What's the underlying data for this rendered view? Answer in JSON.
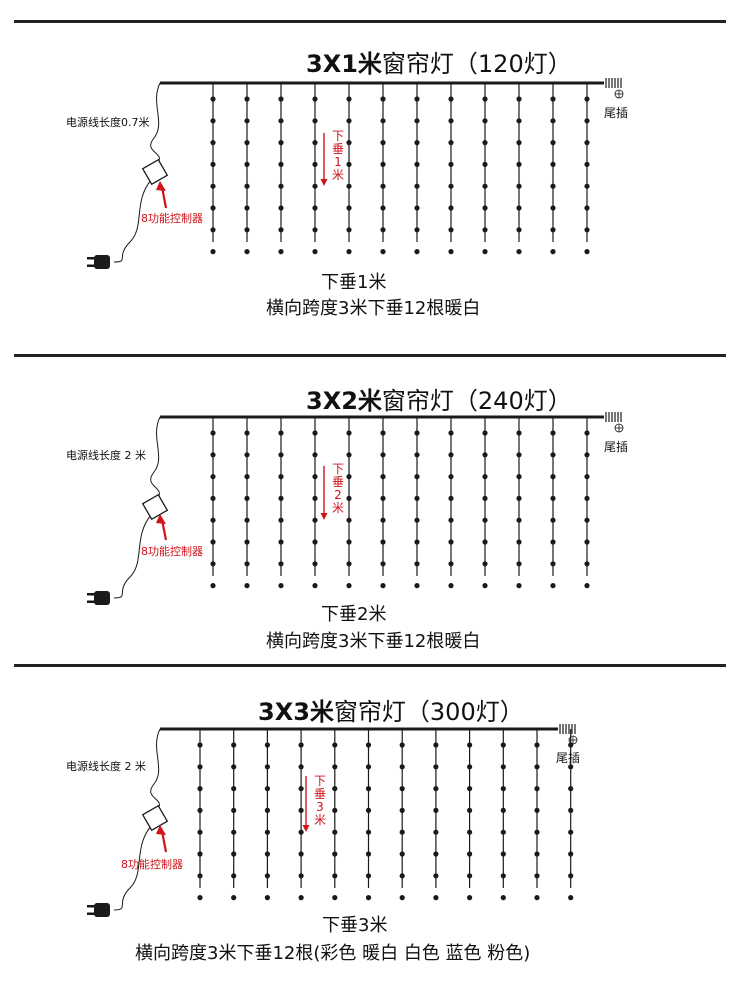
{
  "sections": [
    {
      "title_bold": "3X1米",
      "title_rest": "窗帘灯（120灯）",
      "cord_label": "电源线长度0.7米",
      "controller_label": "8功能控制器",
      "tail_label": "尾插",
      "drop_label": "下垂1米",
      "caption_drop": "下垂1米",
      "caption_desc": "横向跨度3米下垂12根暖白",
      "strands": 12,
      "bulbs_per_strand": 8
    },
    {
      "title_bold": "3X2米",
      "title_rest": "窗帘灯（240灯）",
      "cord_label": "电源线长度 2 米",
      "controller_label": "8功能控制器",
      "tail_label": "尾插",
      "drop_label": "下垂2米",
      "caption_drop": "下垂2米",
      "caption_desc": "横向跨度3米下垂12根暖白",
      "strands": 12,
      "bulbs_per_strand": 8
    },
    {
      "title_bold": "3X3米",
      "title_rest": "窗帘灯（300灯）",
      "cord_label": "电源线长度 2 米",
      "controller_label": "8功能控制器",
      "tail_label": "尾插",
      "drop_label": "下垂3米",
      "caption_drop": "下垂3米",
      "caption_desc": "横向跨度3米下垂12根(彩色 暖白 白色 蓝色 粉色)",
      "strands": 12,
      "bulbs_per_strand": 8
    }
  ],
  "colors": {
    "wire": "#1a1a1a",
    "accent": "#d0141c",
    "divider": "#222222"
  }
}
